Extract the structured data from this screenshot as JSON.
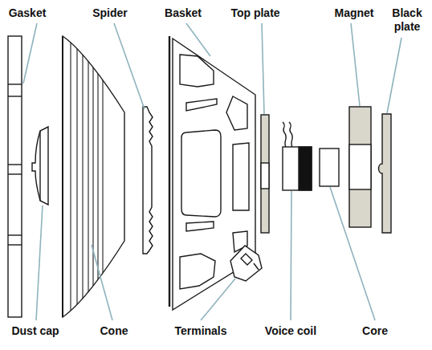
{
  "diagram": {
    "labels": [
      "Gasket",
      "Spider",
      "Basket",
      "Top plate",
      "Magnet",
      "Black plate",
      "Dust cap",
      "Cone",
      "Terminals",
      "Voice coil",
      "Core"
    ]
  }
}
